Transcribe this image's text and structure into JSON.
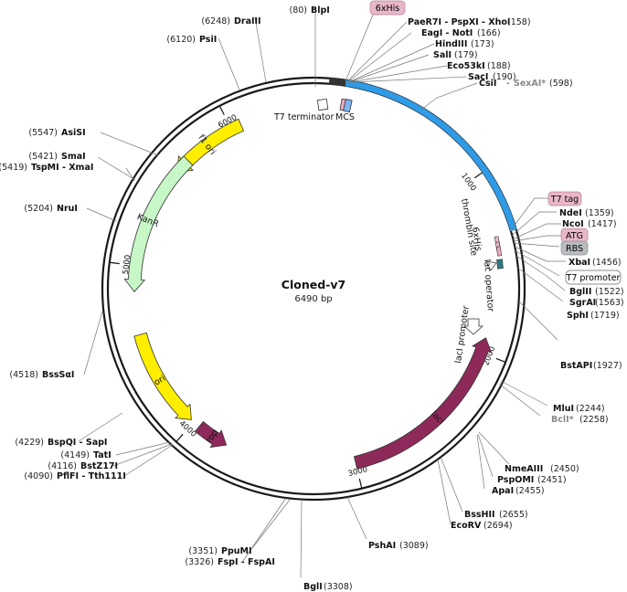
{
  "plasmid": {
    "name": "Cloned-v7",
    "size_label": "6490 bp",
    "length": 6490
  },
  "colors": {
    "backbone": "#1a1a1a",
    "insert": "#2f9be6",
    "kanr": "#c7f6c7",
    "ori": "#ffee00",
    "laci": "#8e2a5a",
    "tag": "#e8b7c9",
    "rbs": "#b9bcbf",
    "lacop": "#2d7a83"
  },
  "ticks": [
    {
      "label": "1000",
      "pos": 1000
    },
    {
      "label": "2000",
      "pos": 2000
    },
    {
      "label": "3000",
      "pos": 3000
    },
    {
      "label": "4000",
      "pos": 4000
    },
    {
      "label": "5000",
      "pos": 5000
    },
    {
      "label": "6000",
      "pos": 6000
    }
  ],
  "features": [
    {
      "name": "f1 ori",
      "type": "arrow",
      "start": 5600,
      "end": 6060,
      "dir": -1,
      "color": "ori",
      "text": "f1 ori"
    },
    {
      "name": "KanR",
      "type": "arrow",
      "start": 4850,
      "end": 5690,
      "dir": -1,
      "color": "kanr",
      "text": "KanR"
    },
    {
      "name": "ori",
      "type": "arrow",
      "start": 4020,
      "end": 4600,
      "dir": -1,
      "color": "ori",
      "text": "ori"
    },
    {
      "name": "rop",
      "type": "arrow",
      "start": 3770,
      "end": 3960,
      "dir": -1,
      "color": "laci",
      "text": "rop",
      "tc": "#ffffff"
    },
    {
      "name": "lacI",
      "type": "arrow",
      "start": 1910,
      "end": 3000,
      "dir": -1,
      "color": "laci",
      "text": "lacI",
      "tc": "#ffffff"
    }
  ],
  "outside_labels": [
    {
      "id": "t7-terminator",
      "text": "T7 terminator"
    },
    {
      "id": "mcs",
      "text": "MCS"
    },
    {
      "id": "thrombin",
      "text": "thrombin site"
    },
    {
      "id": "his2",
      "text": "6xHis"
    },
    {
      "id": "lacop",
      "text": "lac operator"
    },
    {
      "id": "lacprom",
      "text": "lacI promoter"
    }
  ],
  "pills": [
    {
      "id": "his",
      "text": "6xHis"
    },
    {
      "id": "t7tag",
      "text": "T7 tag"
    },
    {
      "id": "atg",
      "text": "ATG"
    },
    {
      "id": "rbs",
      "text": "RBS"
    },
    {
      "id": "t7prom",
      "text": "T7 promoter"
    }
  ],
  "sites": [
    {
      "id": "blpi",
      "pos": "(80)",
      "name": "BlpI"
    },
    {
      "id": "draiii",
      "pos": "(6248)",
      "name": "DraIII"
    },
    {
      "id": "psii",
      "pos": "(6120)",
      "name": "PsiI"
    },
    {
      "id": "paer7i",
      "name": "PaeR7I - PspXI - XhoI",
      "pos": "(158)"
    },
    {
      "id": "eagi",
      "name": "EagI - NotI",
      "pos": "(166)"
    },
    {
      "id": "hindiii",
      "name": "HindIII",
      "pos": "(173)"
    },
    {
      "id": "sali",
      "name": "SalI",
      "pos": "(179)"
    },
    {
      "id": "eco53ki",
      "name": "Eco53kI",
      "pos": "(188)"
    },
    {
      "id": "saci",
      "name": "SacI",
      "pos": "(190)"
    },
    {
      "id": "csii",
      "name": "CsiI",
      "name2": "SexAI*",
      "pos": "(598)"
    },
    {
      "id": "asisi",
      "pos": "(5547)",
      "name": "AsiSI"
    },
    {
      "id": "smai",
      "pos": "(5421)",
      "name": "SmaI"
    },
    {
      "id": "tspmi",
      "pos": "(5419)",
      "name": "TspMI - XmaI"
    },
    {
      "id": "nrui",
      "pos": "(5204)",
      "name": "NruI"
    },
    {
      "id": "ndei",
      "name": "NdeI",
      "pos": "(1359)"
    },
    {
      "id": "ncoi",
      "name": "NcoI",
      "pos": "(1417)"
    },
    {
      "id": "xbai",
      "name": "XbaI",
      "pos": "(1456)"
    },
    {
      "id": "bglii",
      "name": "BglII",
      "pos": "(1522)"
    },
    {
      "id": "sgrai",
      "name": "SgrAI",
      "pos": "(1563)"
    },
    {
      "id": "sphi",
      "name": "SphI",
      "pos": "(1719)"
    },
    {
      "id": "bstapi",
      "name": "BstAPI",
      "pos": "(1927)"
    },
    {
      "id": "mlui",
      "name": "MluI",
      "pos": "(2244)"
    },
    {
      "id": "bcli",
      "name": "BclI*",
      "pos": "(2258)"
    },
    {
      "id": "nmeaiii",
      "name": "NmeAIII",
      "pos": "(2450)"
    },
    {
      "id": "pspomi",
      "name": "PspOMI",
      "pos": "(2451)"
    },
    {
      "id": "apai",
      "name": "ApaI",
      "pos": "(2455)"
    },
    {
      "id": "bsshii",
      "name": "BssHII",
      "pos": "(2655)"
    },
    {
      "id": "ecorv",
      "name": "EcoRV",
      "pos": "(2694)"
    },
    {
      "id": "pshai",
      "name": "PshAI",
      "pos": "(3089)"
    },
    {
      "id": "bgli",
      "name": "BglI",
      "pos": "(3308)"
    },
    {
      "id": "ppumi",
      "pos": "(3351)",
      "name": "PpuMI"
    },
    {
      "id": "fspi",
      "pos": "(3326)",
      "name": "FspI - FspAI"
    },
    {
      "id": "bsssai",
      "pos": "(4518)",
      "name": "BssSαI"
    },
    {
      "id": "bspqi",
      "pos": "(4229)",
      "name": "BspQI - SapI"
    },
    {
      "id": "tati",
      "pos": "(4149)",
      "name": "TatI"
    },
    {
      "id": "bstz17i",
      "pos": "(4116)",
      "name": "BstZ17I"
    },
    {
      "id": "pflfi",
      "pos": "(4090)",
      "name": "PflFI - Tth111I"
    }
  ]
}
